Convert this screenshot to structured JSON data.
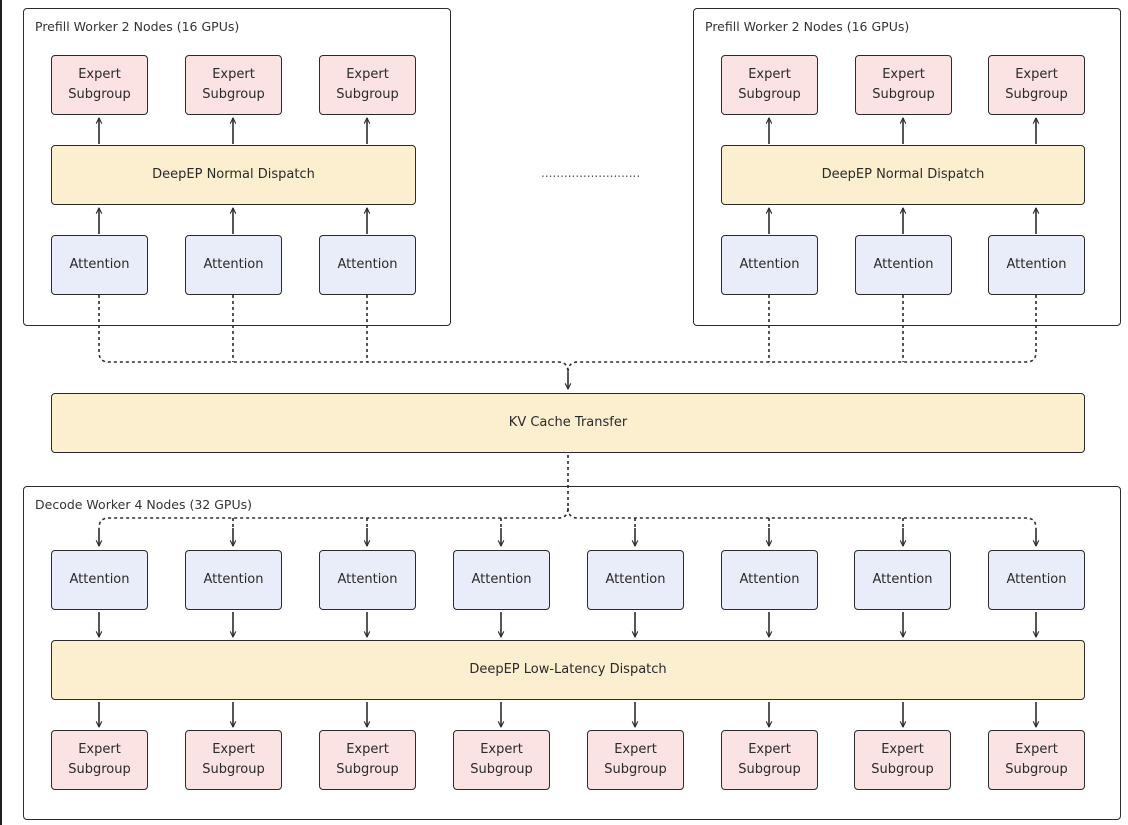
{
  "prefill_workers": [
    {
      "title": "Prefill Worker 2 Nodes (16 GPUs)",
      "experts": [
        {
          "line1": "Expert",
          "line2": "Subgroup"
        },
        {
          "line1": "Expert",
          "line2": "Subgroup"
        },
        {
          "line1": "Expert",
          "line2": "Subgroup"
        }
      ],
      "dispatch": "DeepEP Normal Dispatch",
      "attention": [
        "Attention",
        "Attention",
        "Attention"
      ]
    },
    {
      "title": "Prefill Worker 2 Nodes (16 GPUs)",
      "experts": [
        {
          "line1": "Expert",
          "line2": "Subgroup"
        },
        {
          "line1": "Expert",
          "line2": "Subgroup"
        },
        {
          "line1": "Expert",
          "line2": "Subgroup"
        }
      ],
      "dispatch": "DeepEP Normal Dispatch",
      "attention": [
        "Attention",
        "Attention",
        "Attention"
      ]
    }
  ],
  "separator": "..........................",
  "kv_cache": "KV Cache Transfer",
  "decode_worker": {
    "title": "Decode Worker 4 Nodes (32 GPUs)",
    "attention": [
      "Attention",
      "Attention",
      "Attention",
      "Attention",
      "Attention",
      "Attention",
      "Attention",
      "Attention"
    ],
    "dispatch": "DeepEP Low-Latency Dispatch",
    "experts": [
      {
        "line1": "Expert",
        "line2": "Subgroup"
      },
      {
        "line1": "Expert",
        "line2": "Subgroup"
      },
      {
        "line1": "Expert",
        "line2": "Subgroup"
      },
      {
        "line1": "Expert",
        "line2": "Subgroup"
      },
      {
        "line1": "Expert",
        "line2": "Subgroup"
      },
      {
        "line1": "Expert",
        "line2": "Subgroup"
      },
      {
        "line1": "Expert",
        "line2": "Subgroup"
      },
      {
        "line1": "Expert",
        "line2": "Subgroup"
      }
    ]
  },
  "colors": {
    "expert_fill": "#fbe3e3",
    "attention_fill": "#e9edf9",
    "dispatch_fill": "#fbefcf",
    "stroke": "#2b2b2b"
  }
}
